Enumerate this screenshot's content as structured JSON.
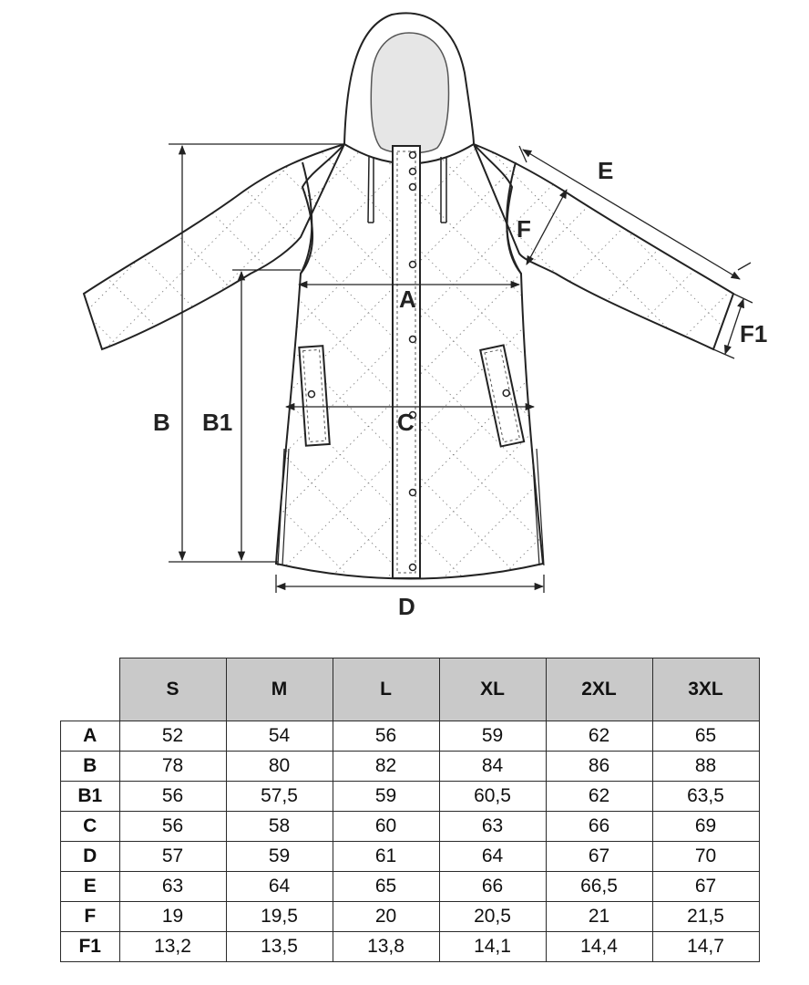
{
  "diagram": {
    "labels": {
      "A": "A",
      "B": "B",
      "B1": "B1",
      "C": "C",
      "D": "D",
      "E": "E",
      "F": "F",
      "F1": "F1"
    }
  },
  "table": {
    "columns": [
      "S",
      "M",
      "L",
      "XL",
      "2XL",
      "3XL"
    ],
    "rows": [
      {
        "label": "A",
        "values": [
          "52",
          "54",
          "56",
          "59",
          "62",
          "65"
        ]
      },
      {
        "label": "B",
        "values": [
          "78",
          "80",
          "82",
          "84",
          "86",
          "88"
        ]
      },
      {
        "label": "B1",
        "values": [
          "56",
          "57,5",
          "59",
          "60,5",
          "62",
          "63,5"
        ]
      },
      {
        "label": "C",
        "values": [
          "56",
          "58",
          "60",
          "63",
          "66",
          "69"
        ]
      },
      {
        "label": "D",
        "values": [
          "57",
          "59",
          "61",
          "64",
          "67",
          "70"
        ]
      },
      {
        "label": "E",
        "values": [
          "63",
          "64",
          "65",
          "66",
          "66,5",
          "67"
        ]
      },
      {
        "label": "F",
        "values": [
          "19",
          "19,5",
          "20",
          "20,5",
          "21",
          "21,5"
        ]
      },
      {
        "label": "F1",
        "values": [
          "13,2",
          "13,5",
          "13,8",
          "14,1",
          "14,4",
          "14,7"
        ]
      }
    ],
    "colors": {
      "header_bg": "#c9c9c9",
      "border": "#2a2a2a"
    }
  }
}
